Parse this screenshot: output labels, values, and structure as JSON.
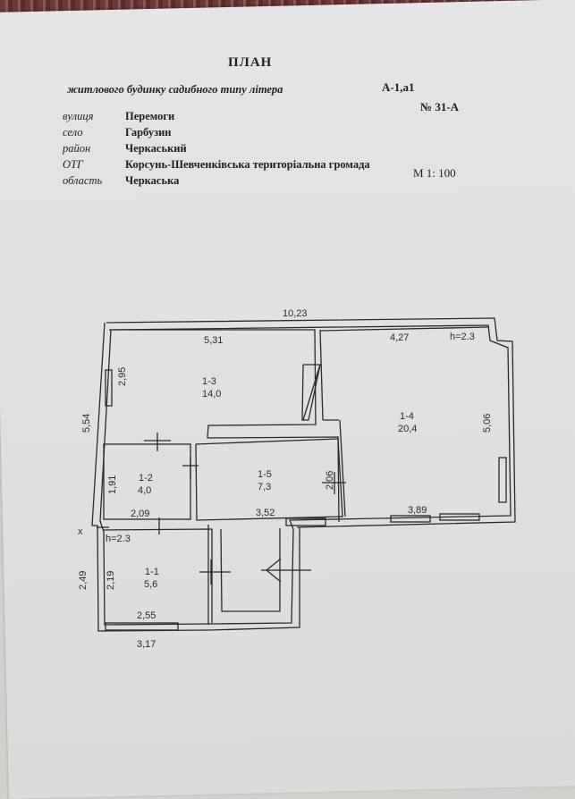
{
  "document": {
    "title": "ПЛАН",
    "subtitle": "житлового будинку садибного типу   літера",
    "litera": "А-1,а1",
    "number": "№ 31-А",
    "scale": "М 1: 100",
    "fields": [
      {
        "label": "вулиця",
        "value": "Перемоги"
      },
      {
        "label": "село",
        "value": "Гарбузин"
      },
      {
        "label": "район",
        "value": "Черкаський"
      },
      {
        "label": "ОТГ",
        "value": "Корсунь-Шевченківська територіальна громада"
      },
      {
        "label": "область",
        "value": "Черкаська"
      }
    ]
  },
  "plan": {
    "overall_width": "10,23",
    "overall_height": "5,54",
    "annex_height": "2,49",
    "annex_width": "3,17",
    "x_mark": "x",
    "rooms": [
      {
        "id": "1-3",
        "area": "14,0",
        "width": "5,31",
        "height": "2,95"
      },
      {
        "id": "1-4",
        "area": "20,4",
        "width": "4,27",
        "height": "5,06",
        "bottom": "3,89",
        "ceiling": "h=2.3"
      },
      {
        "id": "1-2",
        "area": "4,0",
        "width": "2,09",
        "height": "1,91"
      },
      {
        "id": "1-5",
        "area": "7,3",
        "width": "3,52",
        "height": "2,06"
      },
      {
        "id": "1-1",
        "area": "5,6",
        "width": "2,55",
        "height": "2,19",
        "ceiling": "h=2.3"
      }
    ]
  },
  "colors": {
    "ink": "#2a2a2a",
    "paper": "#dfe1e2"
  }
}
